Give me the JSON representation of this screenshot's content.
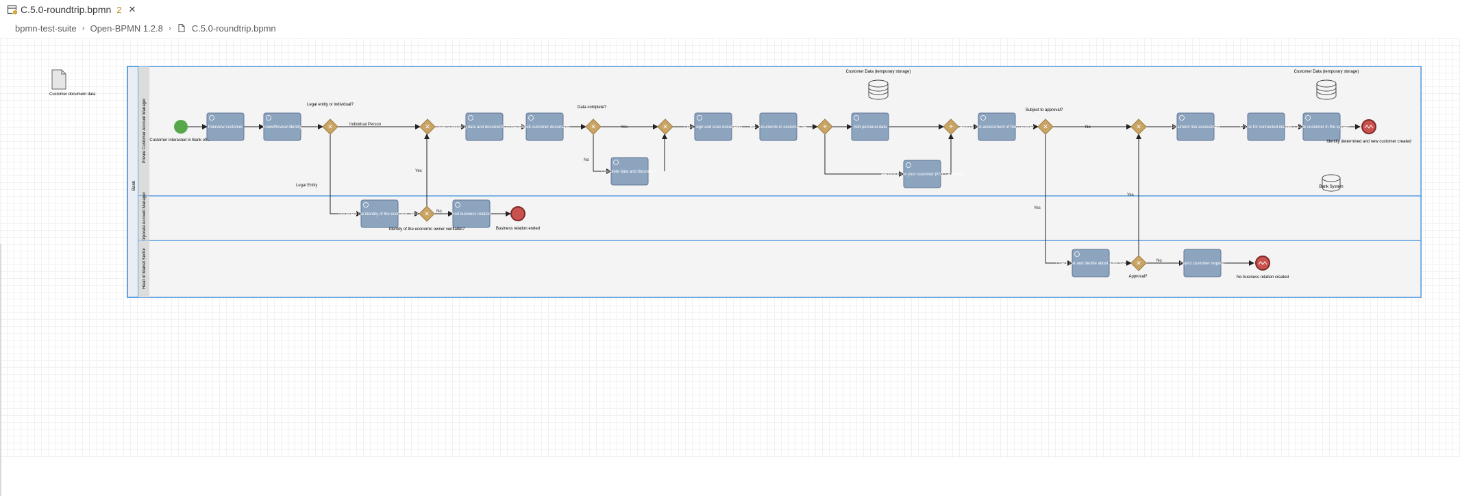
{
  "tab": {
    "title": "C.5.0-roundtrip.bpmn",
    "problem_count": "2",
    "close_glyph": "✕"
  },
  "breadcrumb": {
    "items": [
      "bpmn-test-suite",
      "Open-BPMN 1.2.8",
      "C.5.0-roundtrip.bpmn"
    ]
  },
  "diagram": {
    "pool": "Bank",
    "lanes": [
      "Private Customer Account Manager",
      "Corporate Account Manager",
      "Head of Market Sector"
    ],
    "colors": {
      "task": "#8da4bf",
      "task_border": "#5e7594",
      "gateway": "#c9a464",
      "start": "#57a849",
      "end": "#c9524f",
      "lane_bg": "#f4f4f4",
      "lane_border": "#3f8fdb"
    },
    "data_object": {
      "label": "Customer document data"
    },
    "start_event": {
      "label": "Customer interested in Bank offer"
    },
    "tasks": {
      "interview": "Interview customer",
      "know_review": "Know/Review identity",
      "obtain_docs": "Obtain supporting data and documents of the customer",
      "check_docs": "Check customer documents",
      "copy_sign": "Copy, sign and scan documents",
      "file_docs": "File documents in customer file",
      "add_personal": "Add personal data",
      "perform_risk": "Perform risk assessment of the customer",
      "document_risk": "Document risk assessment",
      "check_connected": "Check for connected identity",
      "create_customer": "Create customer in the system",
      "complete_data": "Complete data and documents",
      "perform_kyc": "Perform know your customer (KYC) activities",
      "document_identity": "Document the identity of the economic owner",
      "end_relation": "End business relation",
      "check_risk": "Check risk and decide about approval",
      "reject": "Reject customer request"
    },
    "gateways": {
      "legal_entity": "Legal entity or individual?",
      "data_complete": "Data complete?",
      "subject_approval": "Subject to approval?",
      "identity_owner": "Identity of the economic owner verifiable?",
      "approval": "Approval?"
    },
    "flow_labels": {
      "individual": "Individual Person",
      "legal": "Legal Entity",
      "yes": "Yes",
      "no": "No"
    },
    "data_stores": {
      "customer_data_1": "Customer Data (temporary storage)",
      "customer_data_2": "Customer Data (temporary storage)",
      "bank_system": "Bank System"
    },
    "end_events": {
      "identity_determined": "Identity determined and new customer created",
      "relation_ended": "Business relation ended",
      "no_relation": "No business relation created"
    }
  }
}
